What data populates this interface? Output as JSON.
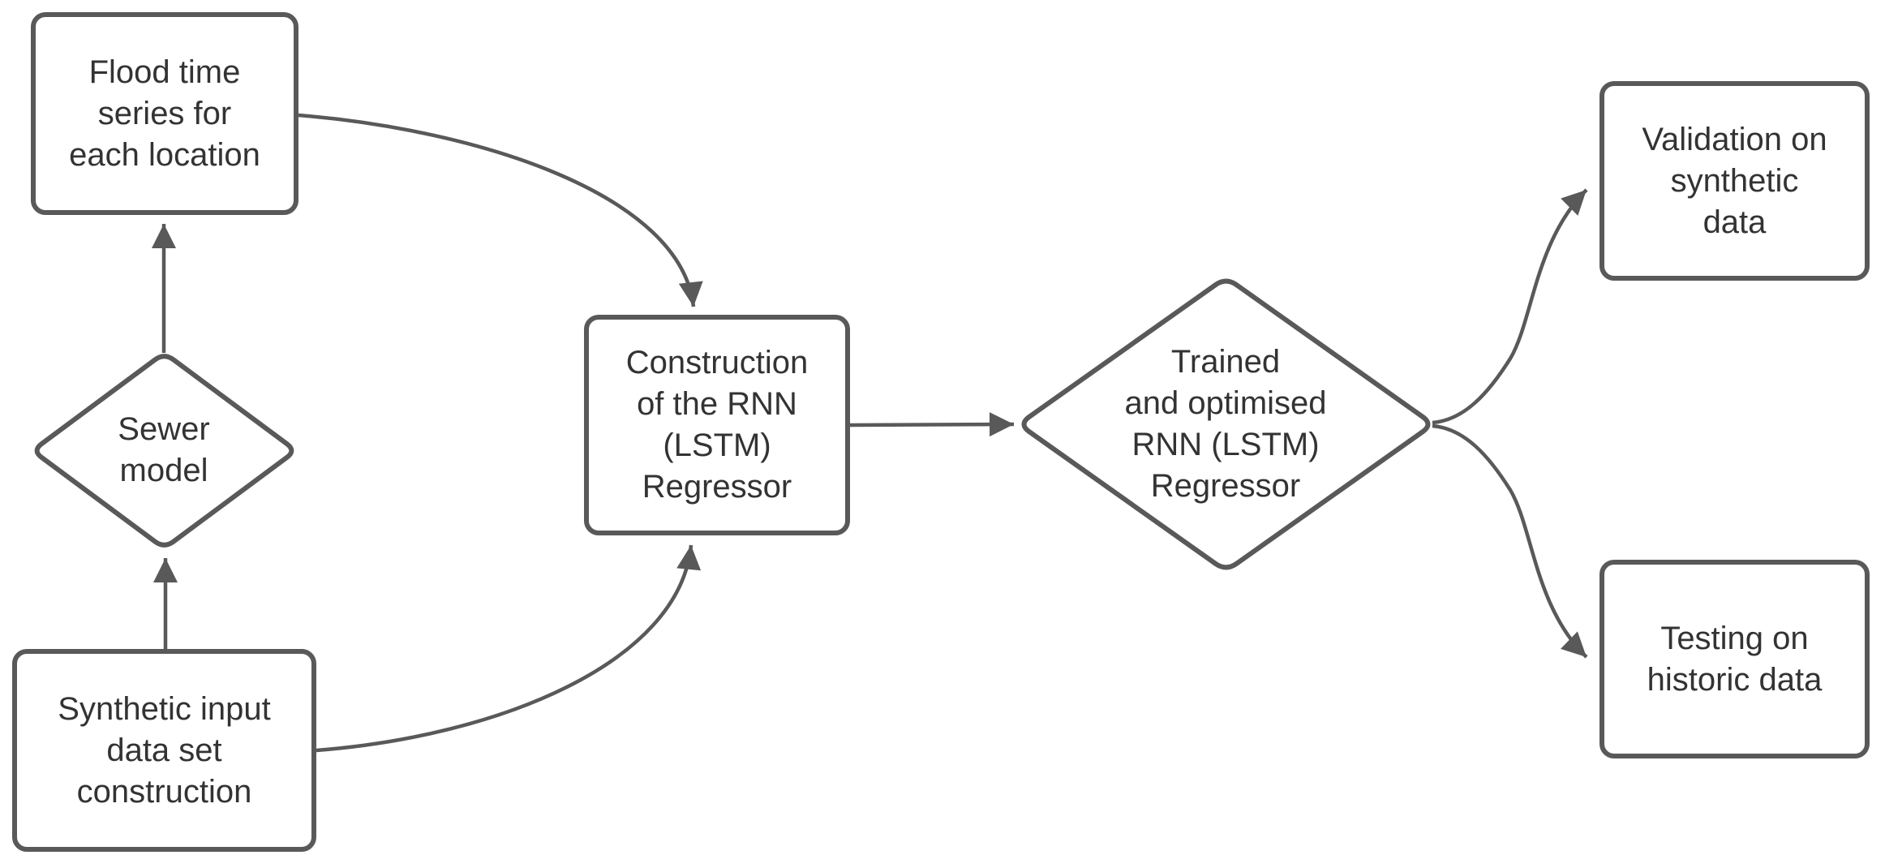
{
  "diagram": {
    "background_color": "#ffffff",
    "stroke_color": "#595959",
    "text_color": "#333333",
    "nodes": {
      "flood": {
        "shape": "rounded-rect",
        "label": "Flood time\nseries for\neach location"
      },
      "sewer": {
        "shape": "diamond",
        "label": "Sewer\nmodel"
      },
      "synthetic": {
        "shape": "rounded-rect",
        "label": "Synthetic input\ndata set\nconstruction"
      },
      "construction": {
        "shape": "rounded-rect",
        "label": "Construction\nof the RNN\n(LSTM)\nRegressor"
      },
      "trained": {
        "shape": "diamond",
        "label": "Trained\nand optimised\nRNN (LSTM)\nRegressor"
      },
      "validation": {
        "shape": "rounded-rect",
        "label": "Validation on\nsynthetic\ndata"
      },
      "testing": {
        "shape": "rounded-rect",
        "label": "Testing on\nhistoric data"
      }
    },
    "edges": [
      {
        "from": "synthetic",
        "to": "sewer"
      },
      {
        "from": "sewer",
        "to": "flood"
      },
      {
        "from": "flood",
        "to": "construction"
      },
      {
        "from": "synthetic",
        "to": "construction"
      },
      {
        "from": "construction",
        "to": "trained"
      },
      {
        "from": "trained",
        "to": "validation"
      },
      {
        "from": "trained",
        "to": "testing"
      }
    ]
  }
}
